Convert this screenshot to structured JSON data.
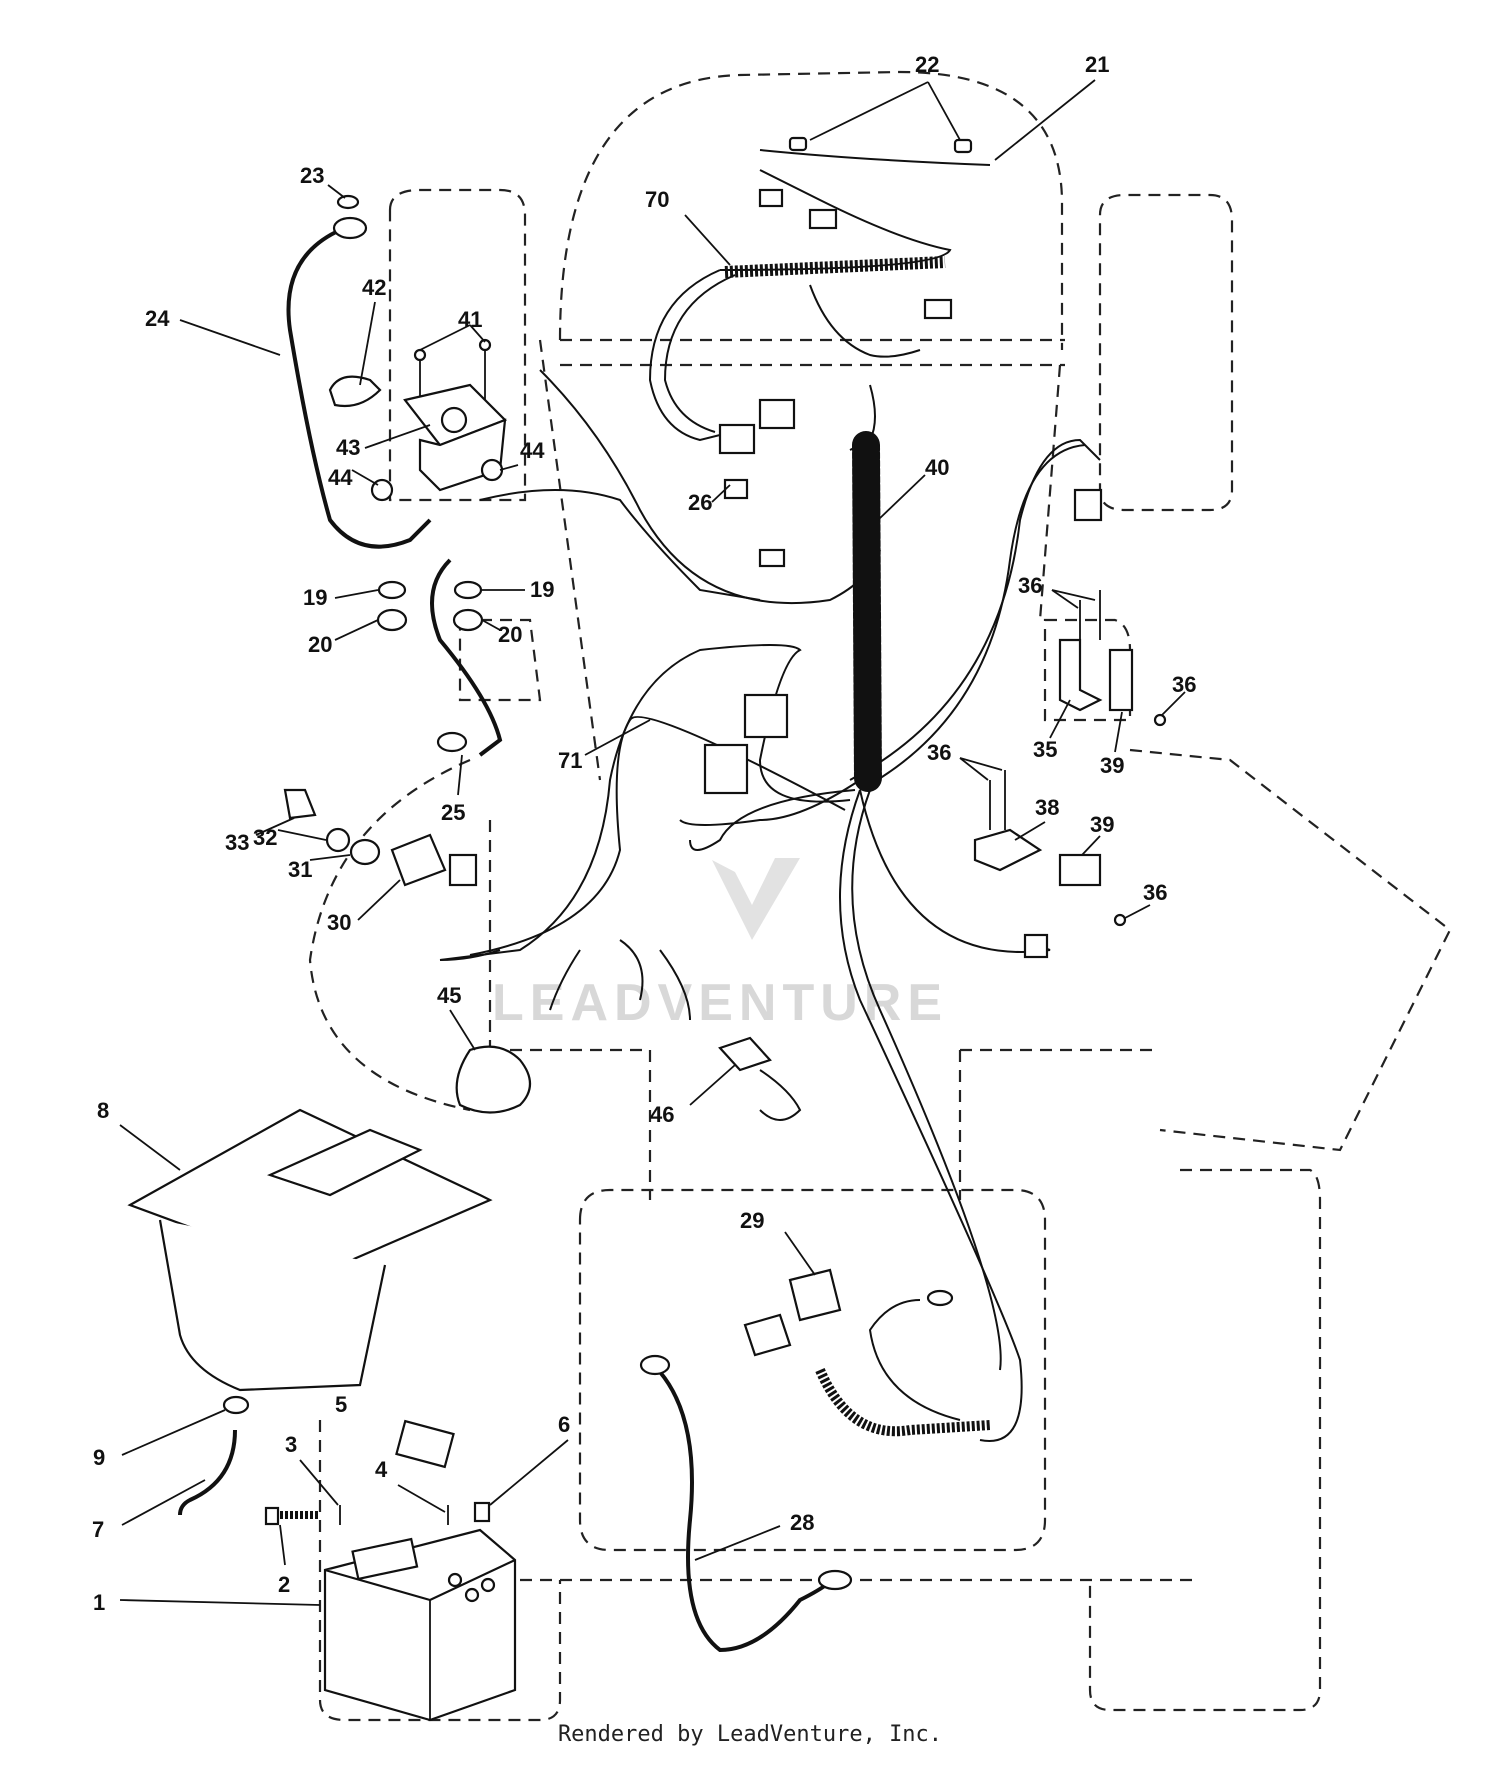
{
  "diagram": {
    "watermark": "LEADVENTURE",
    "callouts": [
      {
        "id": "c1",
        "label": "1"
      },
      {
        "id": "c2",
        "label": "2"
      },
      {
        "id": "c3",
        "label": "3"
      },
      {
        "id": "c4",
        "label": "4"
      },
      {
        "id": "c5",
        "label": "5"
      },
      {
        "id": "c6",
        "label": "6"
      },
      {
        "id": "c7",
        "label": "7"
      },
      {
        "id": "c8",
        "label": "8"
      },
      {
        "id": "c9",
        "label": "9"
      },
      {
        "id": "c19a",
        "label": "19"
      },
      {
        "id": "c19b",
        "label": "19"
      },
      {
        "id": "c20a",
        "label": "20"
      },
      {
        "id": "c20b",
        "label": "20"
      },
      {
        "id": "c21",
        "label": "21"
      },
      {
        "id": "c22",
        "label": "22"
      },
      {
        "id": "c23",
        "label": "23"
      },
      {
        "id": "c24",
        "label": "24"
      },
      {
        "id": "c25",
        "label": "25"
      },
      {
        "id": "c26",
        "label": "26"
      },
      {
        "id": "c28",
        "label": "28"
      },
      {
        "id": "c29",
        "label": "29"
      },
      {
        "id": "c30",
        "label": "30"
      },
      {
        "id": "c31",
        "label": "31"
      },
      {
        "id": "c32",
        "label": "32"
      },
      {
        "id": "c33",
        "label": "33"
      },
      {
        "id": "c35",
        "label": "35"
      },
      {
        "id": "c36a",
        "label": "36"
      },
      {
        "id": "c36b",
        "label": "36"
      },
      {
        "id": "c36c",
        "label": "36"
      },
      {
        "id": "c36d",
        "label": "36"
      },
      {
        "id": "c38",
        "label": "38"
      },
      {
        "id": "c39a",
        "label": "39"
      },
      {
        "id": "c39b",
        "label": "39"
      },
      {
        "id": "c40",
        "label": "40"
      },
      {
        "id": "c41",
        "label": "41"
      },
      {
        "id": "c42",
        "label": "42"
      },
      {
        "id": "c43",
        "label": "43"
      },
      {
        "id": "c44a",
        "label": "44"
      },
      {
        "id": "c44b",
        "label": "44"
      },
      {
        "id": "c45",
        "label": "45"
      },
      {
        "id": "c46",
        "label": "46"
      },
      {
        "id": "c70",
        "label": "70"
      },
      {
        "id": "c71",
        "label": "71"
      }
    ]
  },
  "footer": {
    "credit": "Rendered by LeadVenture, Inc."
  }
}
